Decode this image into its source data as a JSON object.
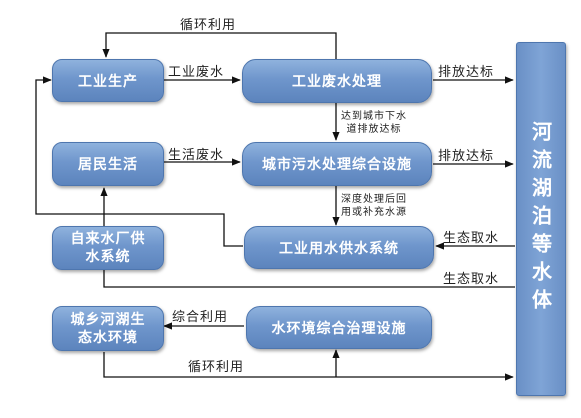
{
  "nodes": {
    "industrial_production": "工业生产",
    "industrial_wastewater_treatment": "工业废水处理",
    "residents_life": "居民生活",
    "urban_sewage_plant": "城市污水处理综合设施",
    "waterworks": [
      "自来水厂供",
      "水系统"
    ],
    "industrial_water_supply": "工业用水供水系统",
    "urban_rural_water": [
      "城乡河湖生",
      "态水环境"
    ],
    "water_env_treatment": "水环境综合治理设施",
    "river_lake": "河流湖泊等水体"
  },
  "edges": {
    "recycle_top": "循环利用",
    "industrial_wastewater": "工业废水",
    "discharge_1": "排放达标",
    "to_sewer": [
      "达到城市下水",
      "道排放达标"
    ],
    "domestic_wastewater": "生活废水",
    "discharge_2": "排放达标",
    "deep_treatment": [
      "深度处理后回",
      "用或补充水源"
    ],
    "eco_intake_1": "生态取水",
    "eco_intake_2": "生态取水",
    "comprehensive_use": "综合利用",
    "recycle_bottom": "循环利用"
  },
  "colors": {
    "box_fill": "#6f96cc",
    "arrow": "#111111",
    "text": "#222222"
  }
}
